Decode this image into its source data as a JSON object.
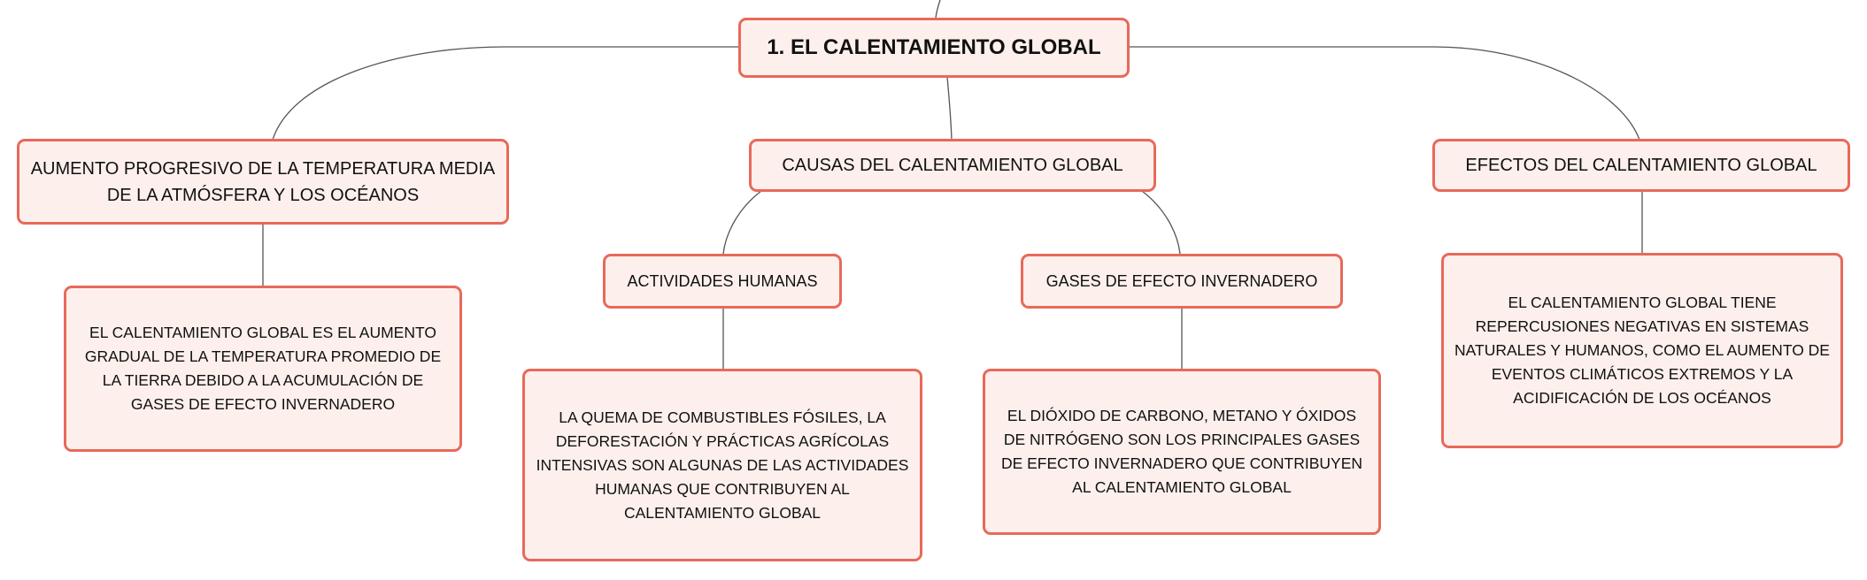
{
  "colors": {
    "node_fill": "#fdf0ec",
    "node_border": "#e8695a",
    "connector": "#555555"
  },
  "root": {
    "label": "1. EL CALENTAMIENTO GLOBAL"
  },
  "branches": {
    "definition": {
      "label": "AUMENTO PROGRESIVO DE LA TEMPERATURA MEDIA DE LA ATMÓSFERA Y LOS OCÉANOS",
      "detail": "EL CALENTAMIENTO GLOBAL ES EL AUMENTO GRADUAL DE LA TEMPERATURA PROMEDIO DE LA TIERRA DEBIDO A LA ACUMULACIÓN DE GASES DE EFECTO INVERNADERO"
    },
    "causes": {
      "label": "CAUSAS DEL CALENTAMIENTO GLOBAL",
      "human_activities": {
        "label": "ACTIVIDADES HUMANAS",
        "detail": "LA QUEMA DE COMBUSTIBLES FÓSILES, LA DEFORESTACIÓN Y PRÁCTICAS AGRÍCOLAS INTENSIVAS SON ALGUNAS DE LAS ACTIVIDADES HUMANAS QUE CONTRIBUYEN AL CALENTAMIENTO GLOBAL"
      },
      "greenhouse_gases": {
        "label": "GASES DE EFECTO INVERNADERO",
        "detail": "EL DIÓXIDO DE CARBONO, METANO Y ÓXIDOS DE NITRÓGENO SON LOS PRINCIPALES GASES DE EFECTO INVERNADERO QUE CONTRIBUYEN AL CALENTAMIENTO GLOBAL"
      }
    },
    "effects": {
      "label": "EFECTOS DEL CALENTAMIENTO GLOBAL",
      "detail": "EL CALENTAMIENTO GLOBAL TIENE REPERCUSIONES NEGATIVAS EN SISTEMAS NATURALES Y HUMANOS, COMO EL AUMENTO DE EVENTOS CLIMÁTICOS EXTREMOS Y LA ACIDIFICACIÓN DE LOS OCÉANOS"
    }
  }
}
